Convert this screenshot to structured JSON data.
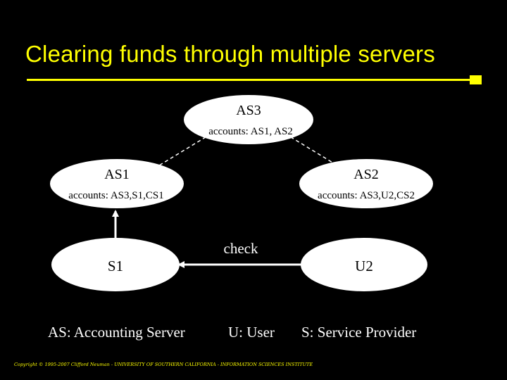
{
  "slide": {
    "title": "Clearing funds through multiple servers",
    "colors": {
      "background": "#000000",
      "accent": "#ffff00",
      "node_fill": "#ffffff",
      "text_dark": "#000000",
      "text_light": "#ffffff"
    }
  },
  "diagram": {
    "nodes": [
      {
        "id": "AS3",
        "name": "AS3",
        "accounts": "accounts: AS1, AS2"
      },
      {
        "id": "AS1",
        "name": "AS1",
        "accounts": "accounts: AS3,S1,CS1"
      },
      {
        "id": "AS2",
        "name": "AS2",
        "accounts": "accounts: AS3,U2,CS2"
      },
      {
        "id": "S1",
        "name": "S1",
        "accounts": ""
      },
      {
        "id": "U2",
        "name": "U2",
        "accounts": ""
      }
    ],
    "edges": [
      {
        "from": "AS3",
        "to": "AS1",
        "style": "dashed"
      },
      {
        "from": "AS3",
        "to": "AS2",
        "style": "dashed"
      },
      {
        "from": "S1",
        "to": "AS1",
        "style": "solid-arrow"
      },
      {
        "from": "U2",
        "to": "S1",
        "style": "solid-arrow",
        "label": "check"
      }
    ]
  },
  "legend": {
    "as": "AS: Accounting Server",
    "u": "U: User",
    "s": "S: Service Provider"
  },
  "footer": {
    "copyright": "Copyright © 1995-2007 Clifford Neuman - UNIVERSITY OF SOUTHERN CALIFORNIA - INFORMATION SCIENCES INSTITUTE"
  }
}
